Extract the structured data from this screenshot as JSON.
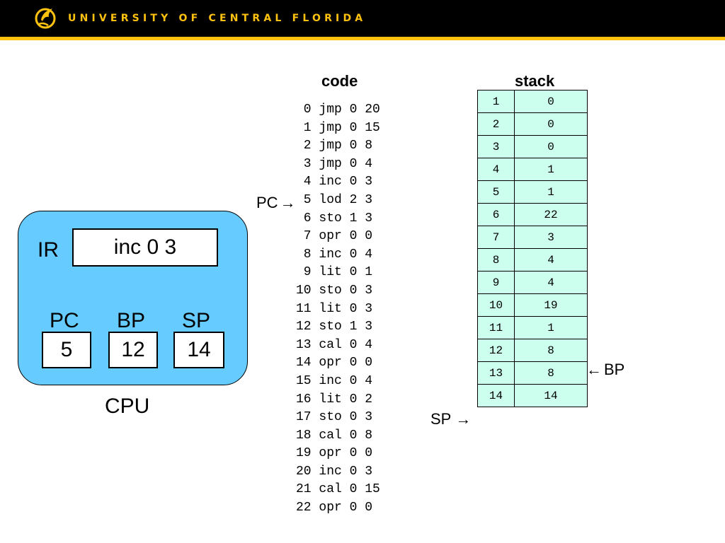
{
  "header": {
    "university": "UNIVERSITY OF CENTRAL FLORIDA",
    "logo_icon": "pegasus-logo-icon",
    "bar_color": "#000000",
    "accent_color": "#ffc20e"
  },
  "cpu": {
    "caption": "CPU",
    "ir_label": "IR",
    "ir_value": "inc 0 3",
    "pc_label": "PC",
    "pc_value": "5",
    "bp_label": "BP",
    "bp_value": "12",
    "sp_label": "SP",
    "sp_value": "14",
    "fill_color": "#66ccff"
  },
  "code": {
    "title": "code",
    "lines": [
      " 0 jmp 0 20",
      " 1 jmp 0 15",
      " 2 jmp 0 8",
      " 3 jmp 0 4",
      " 4 inc 0 3",
      " 5 lod 2 3",
      " 6 sto 1 3",
      " 7 opr 0 0",
      " 8 inc 0 4",
      " 9 lit 0 1",
      "10 sto 0 3",
      "11 lit 0 3",
      "12 sto 1 3",
      "13 cal 0 4",
      "14 opr 0 0",
      "15 inc 0 4",
      "16 lit 0 2",
      "17 sto 0 3",
      "18 cal 0 8",
      "19 opr 0 0",
      "20 inc 0 3",
      "21 cal 0 15",
      "22 opr 0 0"
    ],
    "pointer_label": "PC",
    "pointer_arrow": "→"
  },
  "stack": {
    "title": "stack",
    "cell_color": "#ccffee",
    "rows": [
      {
        "index": "1",
        "value": "0"
      },
      {
        "index": "2",
        "value": "0"
      },
      {
        "index": "3",
        "value": "0"
      },
      {
        "index": "4",
        "value": "1"
      },
      {
        "index": "5",
        "value": "1"
      },
      {
        "index": "6",
        "value": "22"
      },
      {
        "index": "7",
        "value": "3"
      },
      {
        "index": "8",
        "value": "4"
      },
      {
        "index": "9",
        "value": "4"
      },
      {
        "index": "10",
        "value": "19"
      },
      {
        "index": "11",
        "value": "1"
      },
      {
        "index": "12",
        "value": "8"
      },
      {
        "index": "13",
        "value": "8"
      },
      {
        "index": "14",
        "value": "14"
      }
    ],
    "bp_pointer": "BP",
    "bp_arrow": "←",
    "sp_pointer": "SP",
    "sp_arrow": "→"
  }
}
